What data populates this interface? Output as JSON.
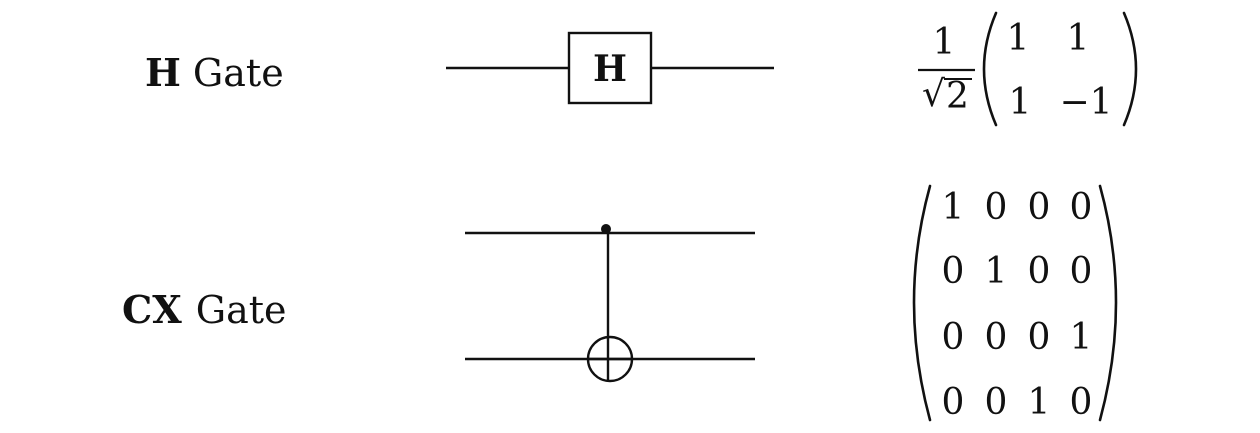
{
  "rows": [
    {
      "label": {
        "gate_symbol": "H",
        "suffix": "Gate"
      },
      "circuit": {
        "kind": "single-qubit-box",
        "box_label": "H"
      },
      "matrix": {
        "prefactor": {
          "numerator": "1",
          "radical": "√",
          "radicand": "2"
        },
        "cells": [
          [
            "1",
            "1"
          ],
          [
            "1",
            "−1"
          ]
        ]
      }
    },
    {
      "label": {
        "gate_symbol": "CX",
        "suffix": "Gate"
      },
      "circuit": {
        "kind": "controlled-not"
      },
      "matrix": {
        "cells": [
          [
            "1",
            "0",
            "0",
            "0"
          ],
          [
            "0",
            "1",
            "0",
            "0"
          ],
          [
            "0",
            "0",
            "0",
            "1"
          ],
          [
            "0",
            "0",
            "1",
            "0"
          ]
        ]
      }
    }
  ]
}
